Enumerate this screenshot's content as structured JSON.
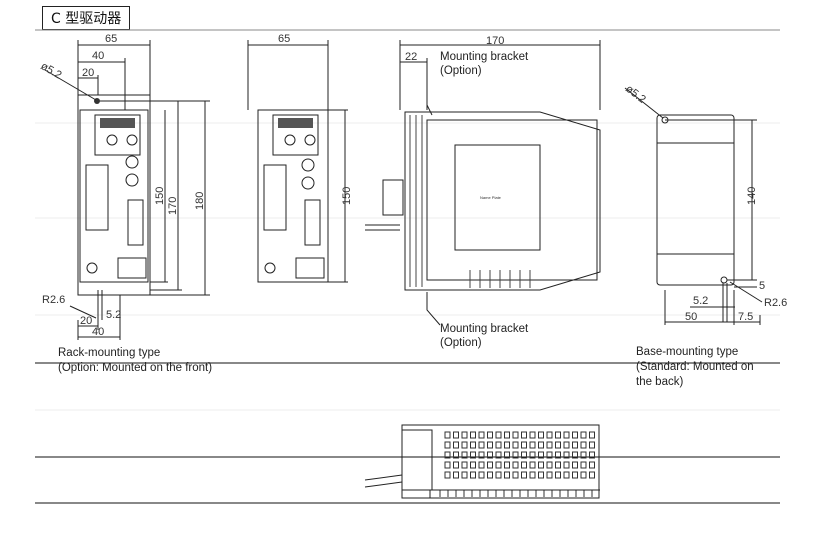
{
  "title": "C 型驱动器",
  "rack": {
    "w65": "65",
    "w40": "40",
    "w20": "20",
    "hole": "ø5.2",
    "h150": "150",
    "h170": "170",
    "h180": "180",
    "slot": "5.2",
    "b20": "20",
    "b40": "40",
    "r": "R2.6",
    "caption1": "Rack-mounting type",
    "caption2": "(Option: Mounted on the front)"
  },
  "front": {
    "w65": "65",
    "h150": "150"
  },
  "side": {
    "w170": "170",
    "w22": "22",
    "bracket_top": "Mounting bracket",
    "option_top": "(Option)",
    "nameplate": "Name Plate",
    "bracket_bottom": "Mounting bracket",
    "option_bottom": "(Option)"
  },
  "base": {
    "hole": "ø5.2",
    "h140": "140",
    "h5": "5",
    "slot": "5.2",
    "r": "R2.6",
    "w50": "50",
    "w7_5": "7.5",
    "caption1": "Base-mounting type",
    "caption2": "(Standard: Mounted on",
    "caption3": "the back)"
  }
}
